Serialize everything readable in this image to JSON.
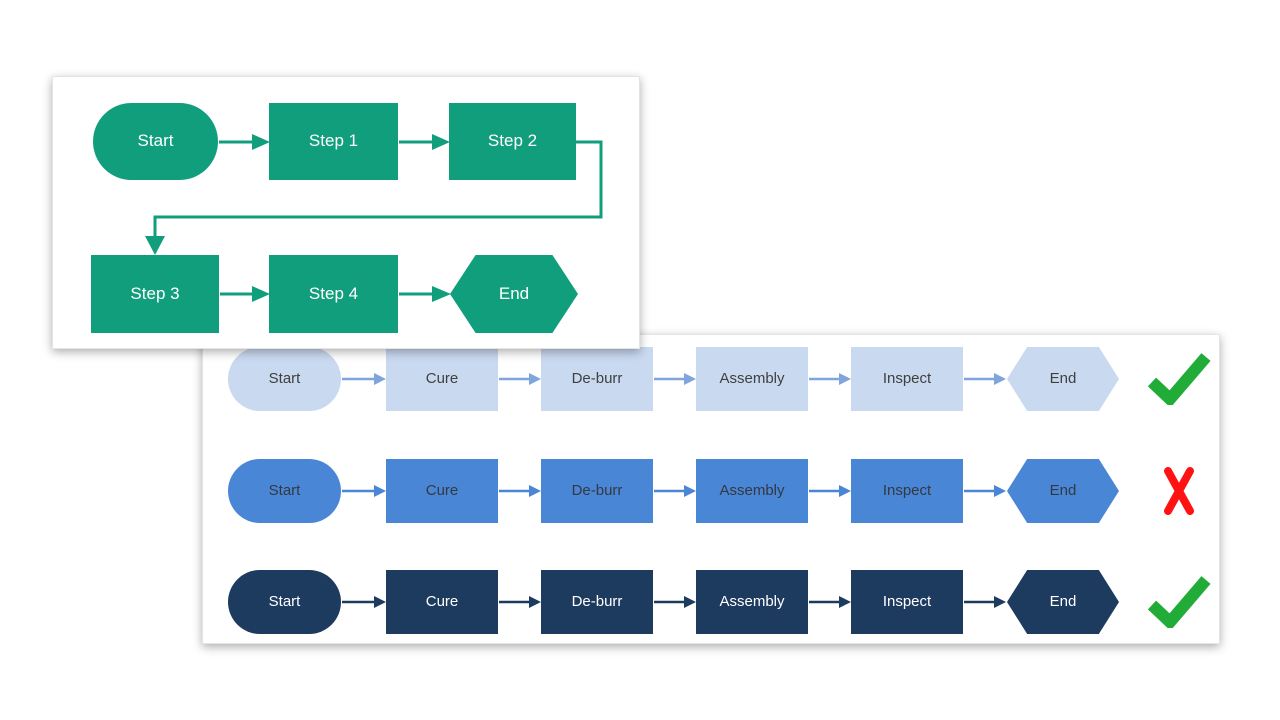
{
  "page": {
    "background_color": "#ffffff"
  },
  "green_flowchart": {
    "fill_color": "#119e7c",
    "label_color": "#ffffff",
    "nodes": {
      "start": "Start",
      "step1": "Step 1",
      "step2": "Step 2",
      "step3": "Step 3",
      "step4": "Step 4",
      "end": "End"
    }
  },
  "variants_flowchart": {
    "steps": [
      "Start",
      "Cure",
      "De-burr",
      "Assembly",
      "Inspect",
      "End"
    ],
    "rows": [
      {
        "name": "light-blue",
        "fill_color": "#c9d9f0",
        "arrow_color": "#7fa5dc",
        "label_color": "#404040",
        "verdict": "correct"
      },
      {
        "name": "medium-blue",
        "fill_color": "#4a86d6",
        "arrow_color": "#4a86d6",
        "label_color": "#333940",
        "verdict": "incorrect"
      },
      {
        "name": "dark-navy",
        "fill_color": "#1d3a5f",
        "arrow_color": "#1d3a5f",
        "label_color": "#ffffff",
        "verdict": "correct"
      }
    ],
    "check_color": "#21ac38",
    "x_color": "#fe1212"
  }
}
